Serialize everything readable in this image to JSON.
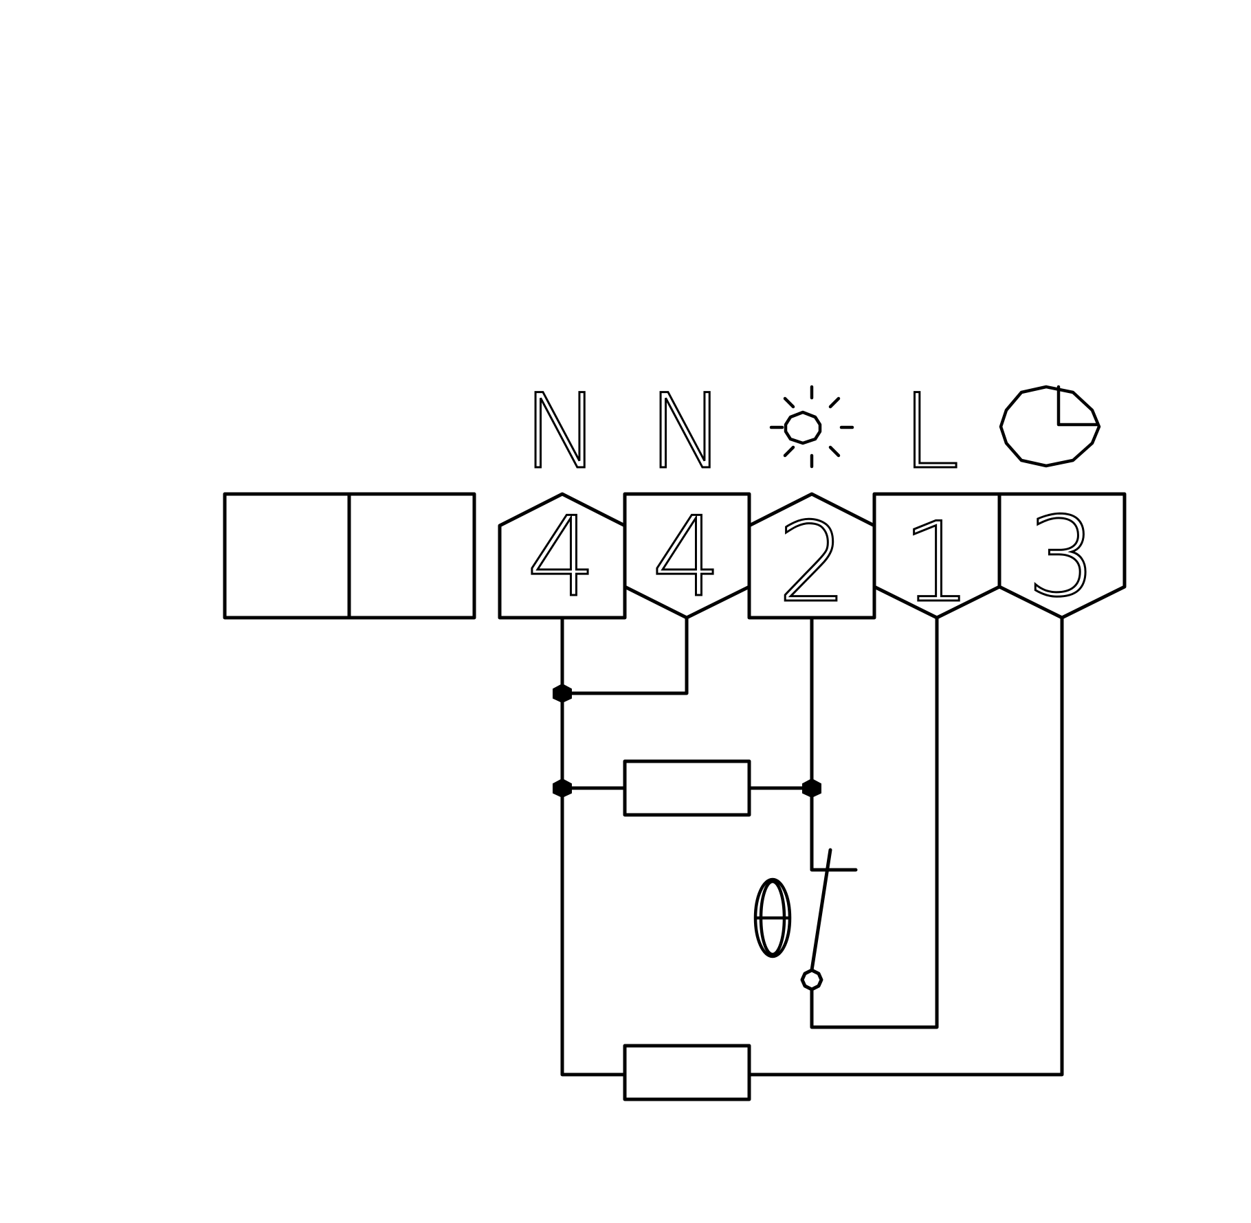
{
  "diagram": {
    "terminal_labels": [
      "N",
      "N",
      "L"
    ],
    "terminal_numbers": [
      "4",
      "4",
      "2",
      "1",
      "3"
    ],
    "icons": [
      "sun-lamp-icon",
      "clock-icon",
      "thermostat-theta-icon"
    ],
    "line_color": "#000000",
    "background_color": "#ffffff"
  }
}
